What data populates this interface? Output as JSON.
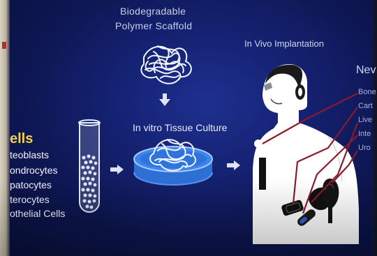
{
  "labels": {
    "scaffold_line1": "Biodegradable",
    "scaffold_line2": "Polymer Scaffold",
    "culture": "In vitro Tissue Culture",
    "implantation": "In Vivo Implantation",
    "new_heading": "Nev"
  },
  "cells": {
    "heading": "ells",
    "items": [
      "teoblasts",
      "ondrocytes",
      "patocytes",
      "terocytes",
      "othelial Cells"
    ]
  },
  "new_tissues": {
    "items": [
      "Bone",
      "Cart",
      "Live",
      "Inte",
      "Uro"
    ]
  },
  "colors": {
    "background": "#142170",
    "cells_heading": "#f4d24a",
    "connector": "#8b1a2a"
  },
  "icons": [
    "test-tube-icon",
    "scaffold-icon",
    "down-arrow-icon",
    "petri-dish-icon",
    "right-arrow-icon",
    "human-figure-icon",
    "bone-icon",
    "liver-icon",
    "intestine-icon",
    "urological-organ-icon"
  ]
}
